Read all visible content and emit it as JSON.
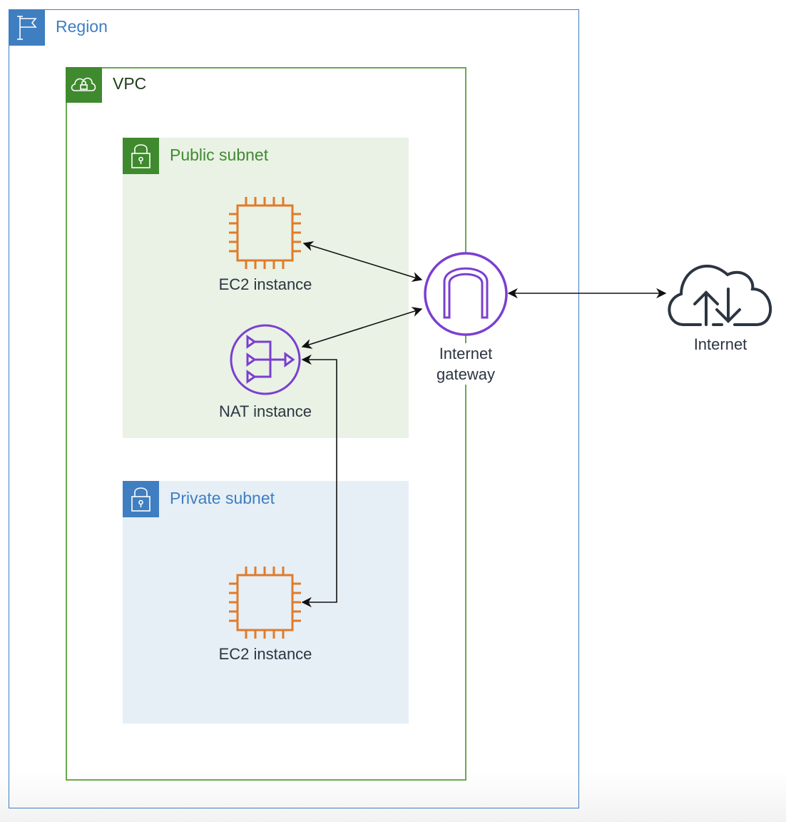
{
  "groups": {
    "region": {
      "label": "Region",
      "icon": "flag-icon",
      "color": "#3f7ec1"
    },
    "vpc": {
      "label": "VPC",
      "icon": "cloud-lock-icon",
      "color": "#3f8a2e"
    },
    "public_subnet": {
      "label": "Public subnet",
      "icon": "lock-icon",
      "color": "#3f8a2e",
      "fill": "#e9f2e5"
    },
    "private_subnet": {
      "label": "Private subnet",
      "icon": "lock-icon",
      "color": "#3f7ec1",
      "fill": "#e6eff6"
    }
  },
  "nodes": {
    "public_ec2": {
      "label": "EC2 instance",
      "icon": "ec2-chip-icon",
      "color": "#e07b2a"
    },
    "nat": {
      "label": "NAT instance",
      "icon": "nat-icon",
      "color": "#7a3fd0"
    },
    "igw": {
      "label_line1": "Internet",
      "label_line2": "gateway",
      "icon": "internet-gateway-icon",
      "color": "#7a3fd0"
    },
    "internet": {
      "label": "Internet",
      "icon": "cloud-upload-download-icon",
      "color": "#2c3542"
    },
    "private_ec2": {
      "label": "EC2 instance",
      "icon": "ec2-chip-icon",
      "color": "#e07b2a"
    }
  },
  "edges": [
    {
      "from": "public_ec2",
      "to": "igw",
      "direction": "both"
    },
    {
      "from": "nat",
      "to": "igw",
      "direction": "both"
    },
    {
      "from": "igw",
      "to": "internet",
      "direction": "both"
    },
    {
      "from": "private_ec2",
      "to": "nat",
      "direction": "both"
    }
  ]
}
